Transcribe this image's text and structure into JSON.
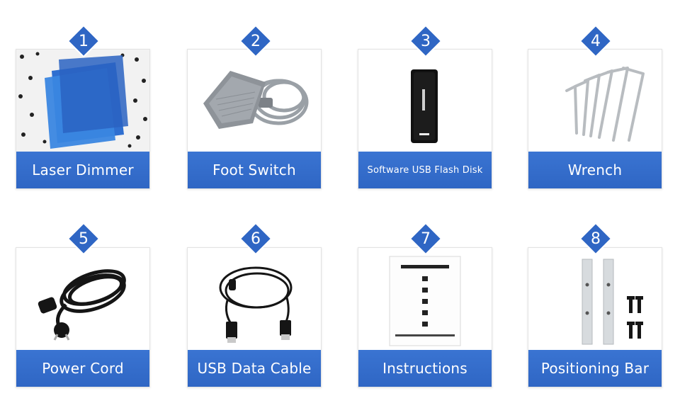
{
  "items": [
    {
      "number": "1",
      "label": "Laser Dimmer"
    },
    {
      "number": "2",
      "label": "Foot Switch"
    },
    {
      "number": "3",
      "label": "Software USB Flash Disk"
    },
    {
      "number": "4",
      "label": "Wrench"
    },
    {
      "number": "5",
      "label": "Power Cord"
    },
    {
      "number": "6",
      "label": "USB Data Cable"
    },
    {
      "number": "7",
      "label": "Instructions"
    },
    {
      "number": "8",
      "label": "Positioning Bar"
    }
  ],
  "colors": {
    "label_bg": "#2f66c4",
    "badge": "#2f66c4"
  }
}
